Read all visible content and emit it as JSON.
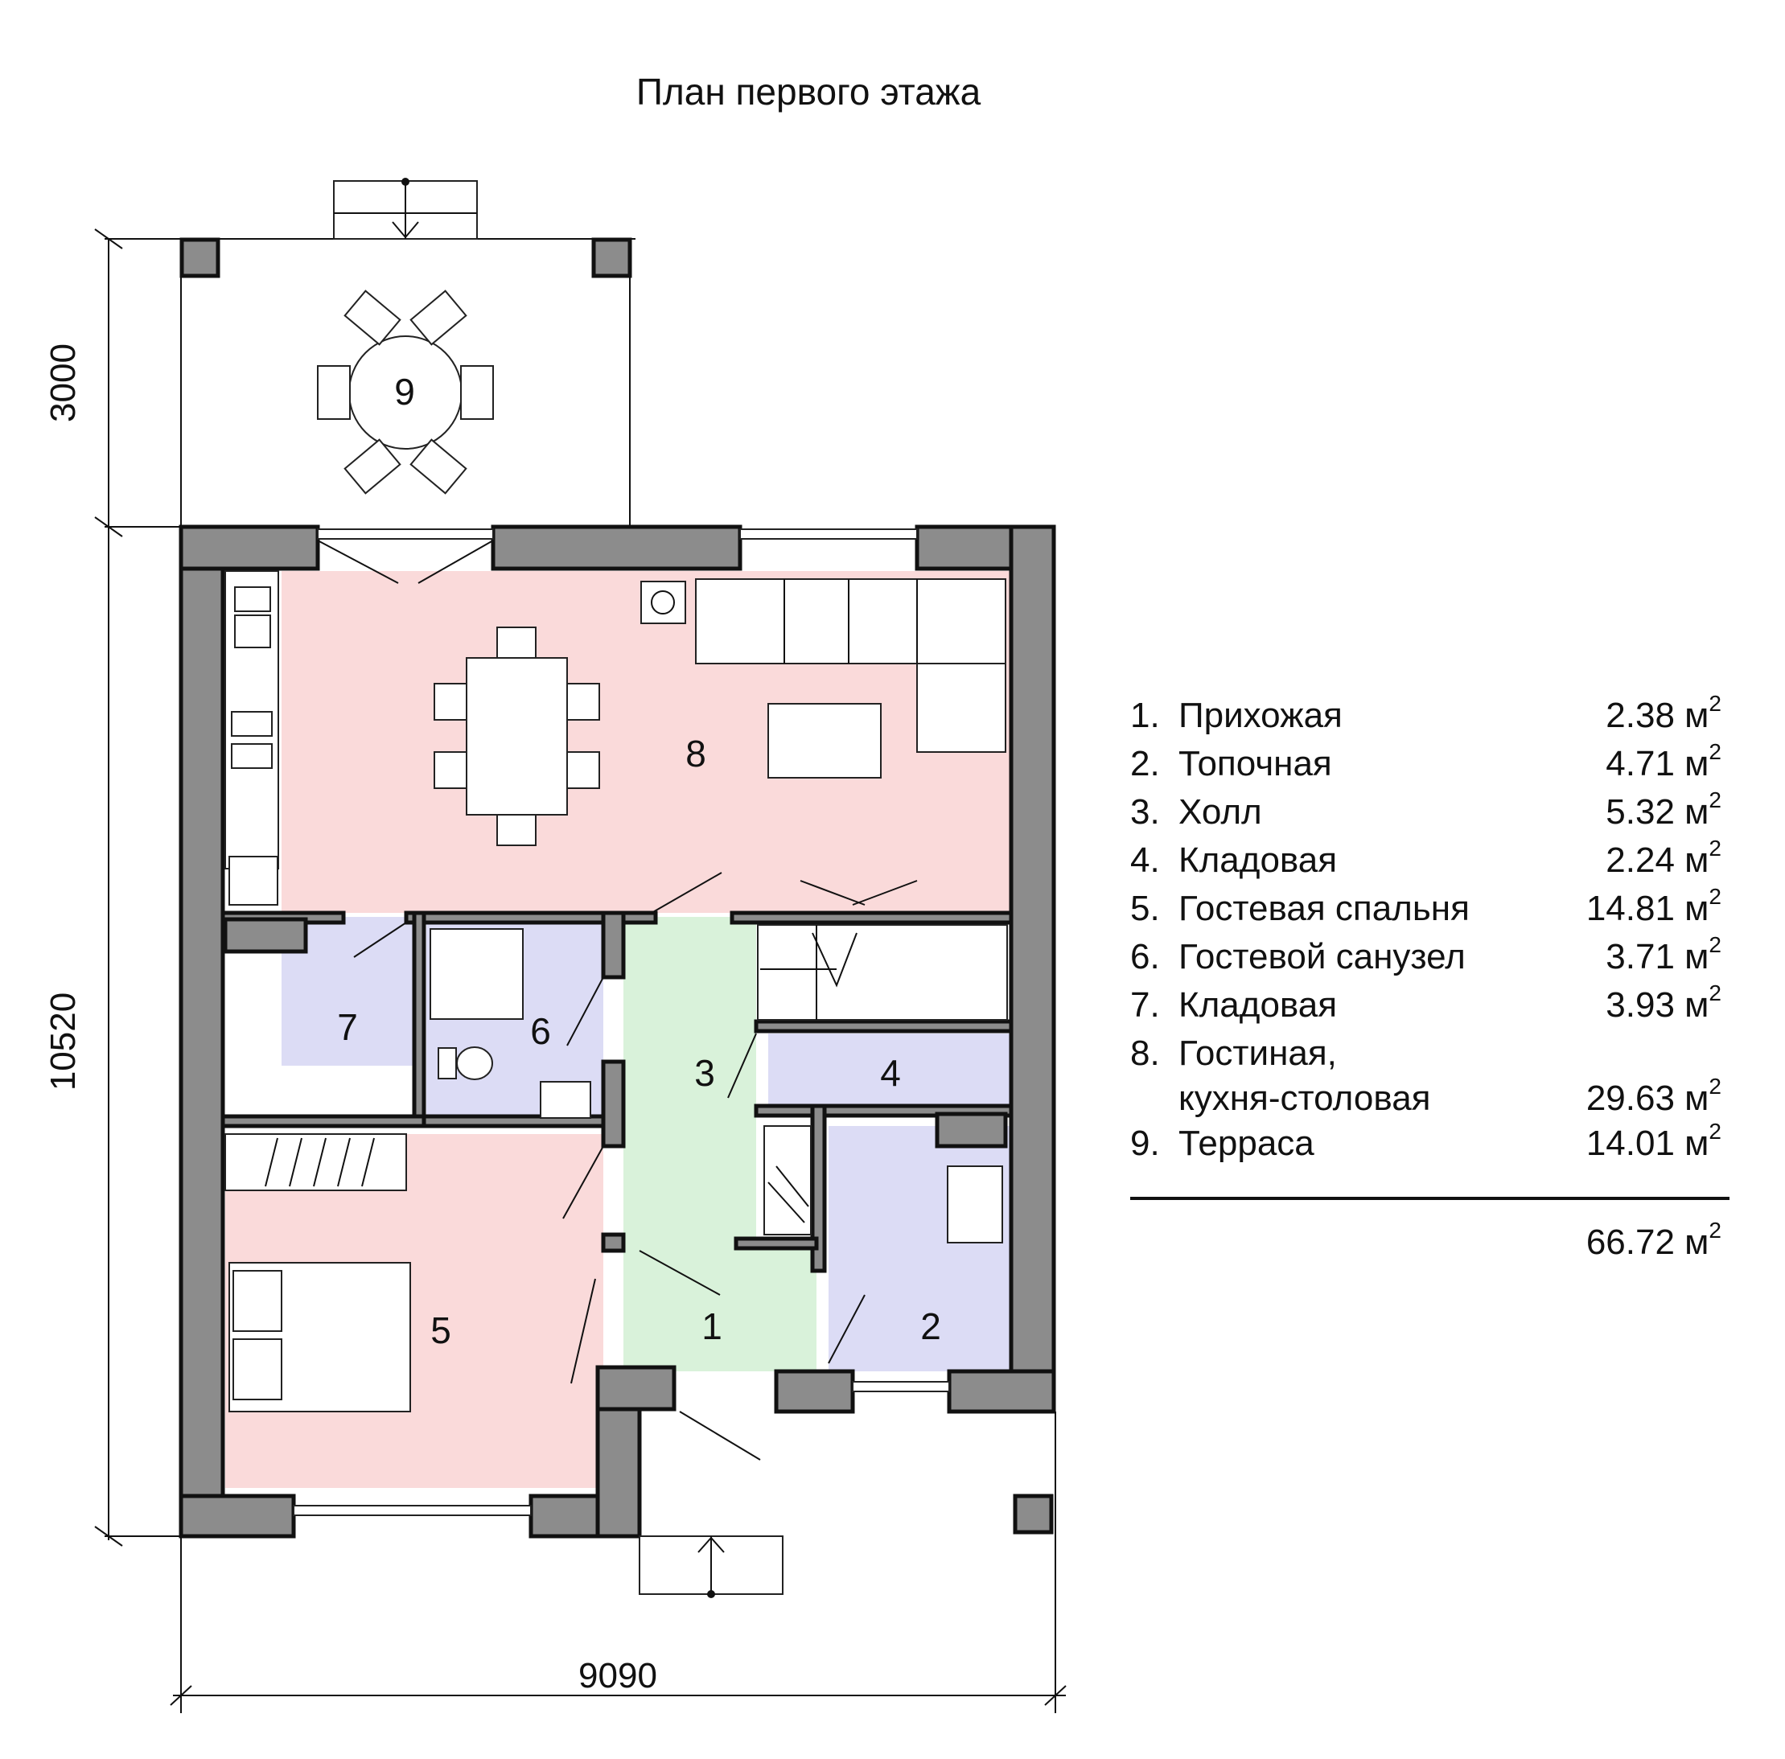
{
  "title": "План первого этажа",
  "dimensions": {
    "width": "9090",
    "height": "10520",
    "terrace_depth": "3000"
  },
  "rooms": [
    {
      "num": "1",
      "label": "1.",
      "name": "Прихожая",
      "area": "2.38 м",
      "color": "#d9f2da"
    },
    {
      "num": "2",
      "label": "2.",
      "name": "Топочная",
      "area": "4.71 м",
      "color": "#dcdcf5"
    },
    {
      "num": "3",
      "label": "3.",
      "name": "Холл",
      "area": "5.32 м",
      "color": "#d9f2da"
    },
    {
      "num": "4",
      "label": "4.",
      "name": "Кладовая",
      "area": "2.24 м",
      "color": "#dcdcf5"
    },
    {
      "num": "5",
      "label": "5.",
      "name": "Гостевая спальня",
      "area": "14.81 м",
      "color": "#fadada"
    },
    {
      "num": "6",
      "label": "6.",
      "name": "Гостевой санузел",
      "area": "3.71 м",
      "color": "#dcdcf5"
    },
    {
      "num": "7",
      "label": "7.",
      "name": "Кладовая",
      "area": "3.93 м",
      "color": "#dcdcf5"
    },
    {
      "num": "8",
      "label": "8.",
      "name": "Гостиная,",
      "name2": "кухня-столовая",
      "area": "29.63 м",
      "color": "#fadada"
    },
    {
      "num": "9",
      "label": "9.",
      "name": "Терраса",
      "area": "14.01 м",
      "color": "#ffffff"
    }
  ],
  "area_unit_sup": "2",
  "total": "66.72 м",
  "colors": {
    "wall": "#8c8c8c",
    "pink": "#fadada",
    "green": "#d9f2da",
    "lavender": "#dcdcf5"
  }
}
